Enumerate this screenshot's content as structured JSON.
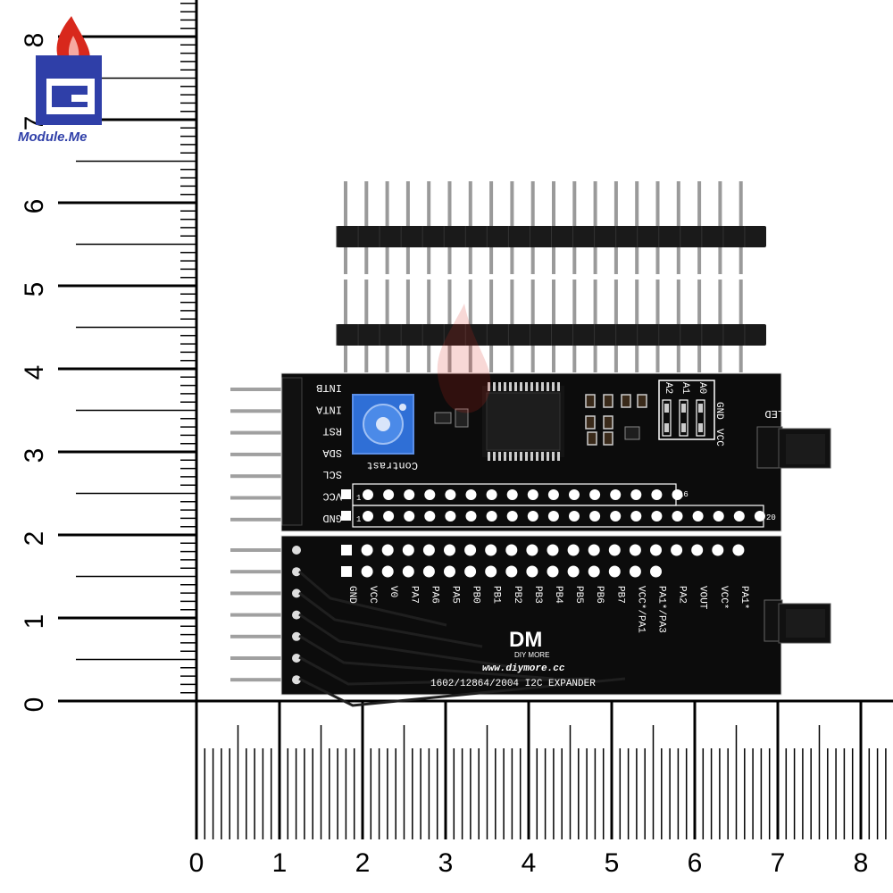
{
  "watermark": {
    "brand_text": "Module.Me"
  },
  "colors": {
    "pcb": "#0c0c0c",
    "silk": "#ffffff",
    "pot": "#2f6fd6",
    "brand_red": "#d8281c",
    "brand_blue": "#2f3fa8"
  },
  "ruler": {
    "vertical_numbers": [
      "0",
      "1",
      "2",
      "3",
      "4",
      "5",
      "6",
      "7",
      "8"
    ],
    "horizontal_numbers": [
      "0",
      "1",
      "2",
      "3",
      "4",
      "5",
      "6",
      "7",
      "8"
    ]
  },
  "board_top": {
    "side_pins": [
      "INTB",
      "INTA",
      "RST",
      "SDA",
      "SCL",
      "VCC",
      "GND"
    ],
    "contrast_label": "Contrast",
    "addr_labels": [
      "A2",
      "A1",
      "A0"
    ],
    "gnd_label": "GND",
    "vcc_label": "VCC",
    "led_label": "LED",
    "row_markers": [
      "1",
      "16",
      "1",
      "20"
    ]
  },
  "board_bottom": {
    "pin_labels": [
      "GND",
      "VCC",
      "V0",
      "PA7",
      "PA6",
      "PA5",
      "PB0",
      "PB1",
      "PB2",
      "PB3",
      "PB4",
      "PB5",
      "PB6",
      "PB7",
      "VCC*/PA1",
      "PA1*/PA3",
      "PA2",
      "VOUT",
      "VCC*",
      "PA1*"
    ],
    "logo_text": "DM",
    "logo_sub": "DIY MORE",
    "url": "www.diymore.cc",
    "product": "1602/12864/2004 I2C EXPANDER"
  }
}
